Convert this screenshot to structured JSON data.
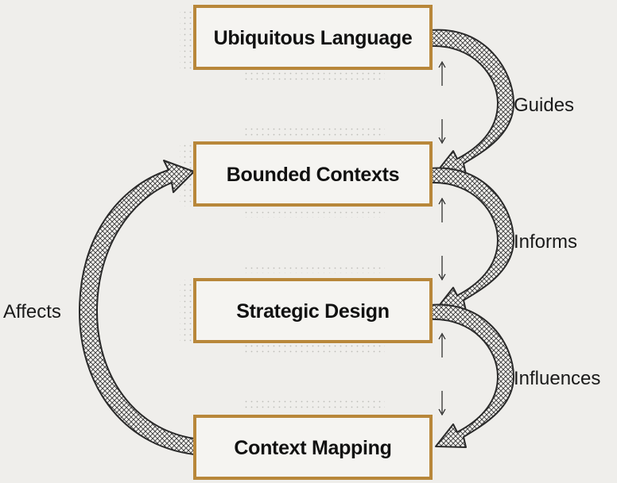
{
  "nodes": [
    {
      "id": "ubiquitous",
      "label": "Ubiquitous Language"
    },
    {
      "id": "bounded",
      "label": "Bounded Contexts"
    },
    {
      "id": "strategic",
      "label": "Strategic Design"
    },
    {
      "id": "mapping",
      "label": "Context Mapping"
    }
  ],
  "edges": [
    {
      "from": "ubiquitous",
      "to": "bounded",
      "label": "Guides"
    },
    {
      "from": "bounded",
      "to": "strategic",
      "label": "Informs"
    },
    {
      "from": "strategic",
      "to": "mapping",
      "label": "Influences"
    },
    {
      "from": "mapping",
      "to": "bounded",
      "label": "Affects"
    }
  ],
  "colors": {
    "background": "#efeeeb",
    "box_fill": "#f5f4f1",
    "box_border": "#b8873a",
    "arrow_stroke": "#2a2a2a",
    "dots": "#bdbdb8"
  }
}
